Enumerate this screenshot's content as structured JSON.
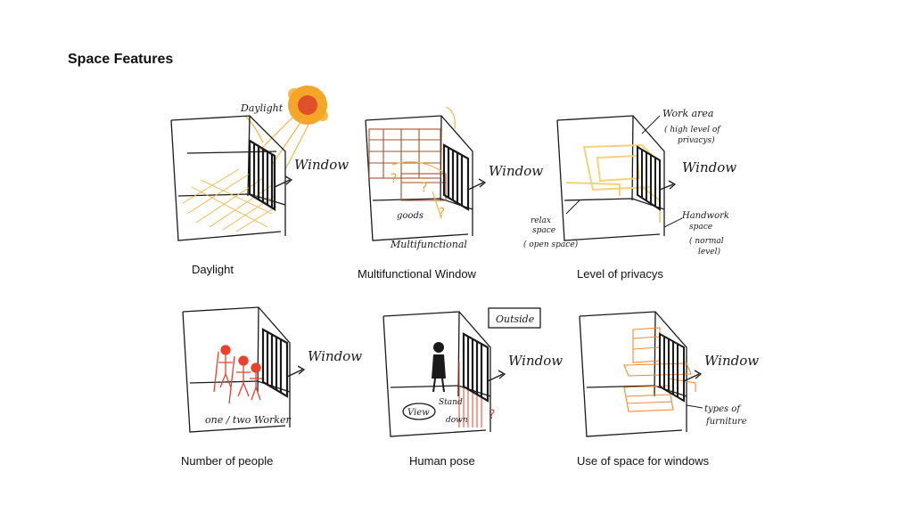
{
  "title": "Space Features",
  "captions": [
    "Daylight",
    "Multifunctional Window",
    "Level of privacys",
    "Number of people",
    "Human pose",
    "Use of space for windows"
  ],
  "annotations": {
    "window": "Window",
    "daylight": "Daylight",
    "goods": "goods",
    "multifunctional": "Multifunctional",
    "work_area": "Work area",
    "high_privacy_1": "( high level of",
    "high_privacy_2": "privacys)",
    "relax_1": "relax",
    "relax_2": "space",
    "relax_3": "( open space)",
    "handwork_1": "Handwork",
    "handwork_2": "space",
    "handwork_3": "( normal",
    "handwork_4": "level)",
    "workers": "one / two Worker",
    "outside": "Outside",
    "view": "View",
    "stand_1": "Stand",
    "stand_2": "down",
    "furniture_1": "types of",
    "furniture_2": "furniture"
  },
  "colors": {
    "ink": "#1a1a1a",
    "sun": "#f39c12",
    "sun_core": "#e0502a",
    "daylight_hatch": "#f0b64a",
    "wood": "#a0522d",
    "people": "#e8412c",
    "privacy": "#f2d27a",
    "furniture": "#f08a3c"
  }
}
